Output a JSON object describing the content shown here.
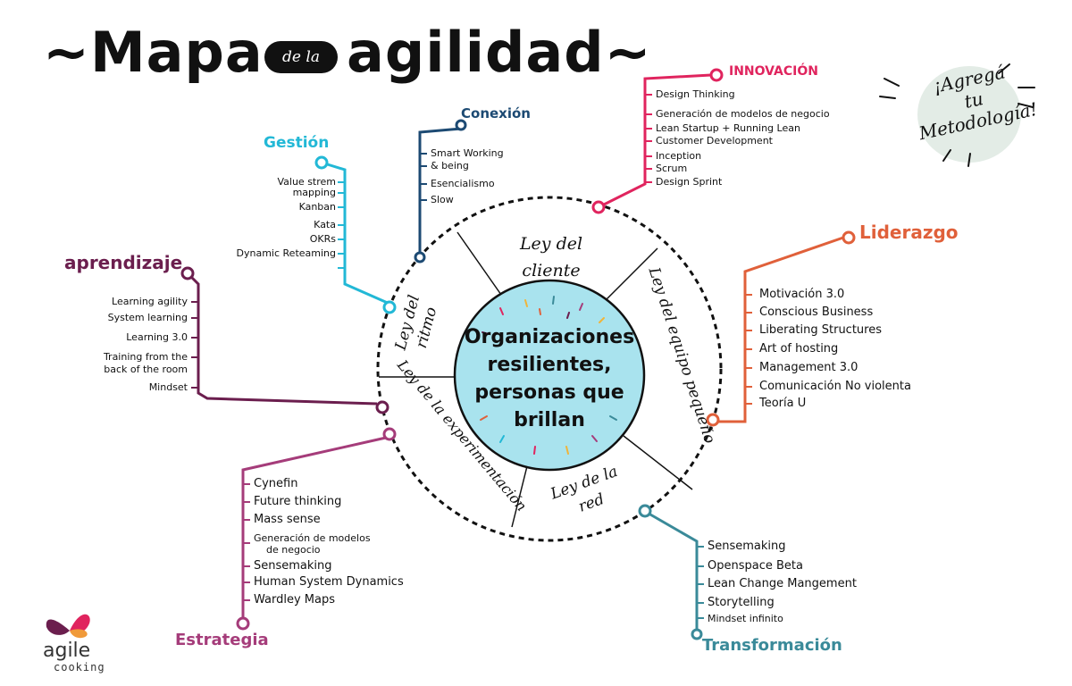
{
  "title": {
    "part1": "~Mapa",
    "pill": "de la",
    "part2": "agilidad~"
  },
  "center": {
    "lines": [
      "Organizaciones",
      "resilientes,",
      "personas que",
      "brillan"
    ]
  },
  "sectors": {
    "cliente": "Ley del cliente",
    "equipo": "Ley del equipo pequeño",
    "red": "Ley de la red",
    "experimentacion": "Ley de la experimentación",
    "ritmo": "Ley del ritmo"
  },
  "branches": {
    "innovacion": {
      "title": "INNOVACIÓN",
      "color": "#e0245e",
      "items": [
        "Design Thinking",
        "Generación de modelos de negocio",
        "Lean Startup + Running Lean",
        "Customer Development",
        "Inception",
        "Scrum",
        "Design Sprint"
      ]
    },
    "conexion": {
      "title": "Conexión",
      "color": "#1c4a73",
      "items": [
        "Smart Working",
        "& being",
        "Esencialismo",
        "Slow"
      ]
    },
    "gestion": {
      "title": "Gestión",
      "color": "#22b8d6",
      "items": [
        "Value strem",
        "mapping",
        "Kanban",
        "Kata",
        "OKRs",
        "Dynamic Reteaming"
      ]
    },
    "aprendizaje": {
      "title": "aprendizaje",
      "color": "#6b1e4e",
      "items": [
        "Learning agility",
        "System learning",
        "Learning 3.0",
        "Training from the",
        "back of the room",
        "Mindset"
      ]
    },
    "liderazgo": {
      "title": "Liderazgo",
      "color": "#e0603a",
      "items": [
        "Motivación 3.0",
        "Conscious Business",
        "Liberating Structures",
        "Art of hosting",
        "Management 3.0",
        "Comunicación No violenta",
        "Teoría U"
      ]
    },
    "estrategia": {
      "title": "Estrategia",
      "color": "#a53c7a",
      "items": [
        "Cynefin",
        "Future thinking",
        "Mass sense",
        "Generación de modelos",
        "de negocio",
        "Sensemaking",
        "Human System Dynamics",
        "Wardley Maps"
      ]
    },
    "transformacion": {
      "title": "Transformación",
      "color": "#3a8a99",
      "items": [
        "Sensemaking",
        "Openspace Beta",
        "Lean Change Mangement",
        "Storytelling",
        "Mindset infinito"
      ]
    }
  },
  "add_note": [
    "¡Agregá",
    "tu",
    "Metodología!"
  ],
  "logo": {
    "name": "agile",
    "sub": "cooking",
    "colors": [
      "#e0245e",
      "#6b1e4e",
      "#f09a3a"
    ]
  }
}
